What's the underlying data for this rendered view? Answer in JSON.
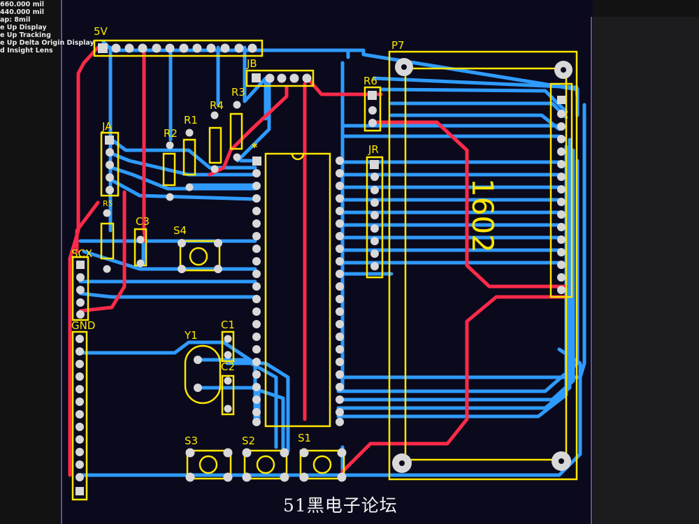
{
  "status_readout": [
    "660.000 mil",
    "440.000 mil",
    "ap: 8mil",
    "e Up Display",
    "e Up Tracking",
    "e Up Delta Origin Display",
    "d Insight Lens"
  ],
  "components": {
    "p_5v": "5V",
    "jb": "JB",
    "ja": "JA",
    "r1": "R1",
    "r2": "R2",
    "r3": "R3",
    "r4": "R4",
    "r6": "R6",
    "jr": "JR",
    "p7": "P7",
    "lcd": "1602",
    "c1": "C1",
    "c2": "C2",
    "c3": "C3",
    "y1": "Y1",
    "s1": "S1",
    "s2": "S2",
    "s3": "S3",
    "s4": "S4",
    "scx": "SCX",
    "gnd": "GND",
    "r5": "R5",
    "pin1_marker": "*"
  },
  "colors": {
    "board": "#0a0a1c",
    "silkscreen": "#ffe600",
    "bottom_trace": "#2f9bff",
    "top_trace": "#ff2a4a",
    "pad": "#d8d8d8"
  },
  "watermark": "51黑电子论坛"
}
